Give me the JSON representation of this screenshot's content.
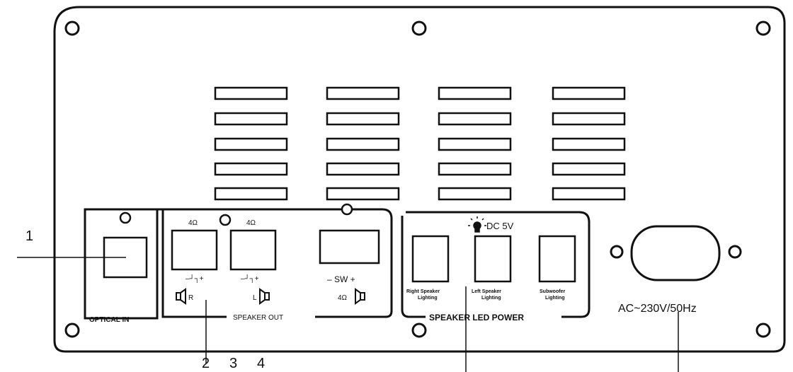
{
  "callouts": [
    "1",
    "2",
    "3",
    "4"
  ],
  "optical": {
    "label": "OPTICAL IN"
  },
  "speaker_out": {
    "label": "SPEAKER OUT",
    "right": {
      "impedance": "4Ω",
      "polarity": "–┘┐+",
      "channel": "R"
    },
    "left": {
      "impedance": "4Ω",
      "polarity": "–┘┐+",
      "channel": "L"
    },
    "sub": {
      "label": "– SW +",
      "impedance": "4Ω"
    }
  },
  "led_power": {
    "label": "SPEAKER LED POWER",
    "voltage": "DC 5V",
    "sockets": [
      {
        "line1": "Right Speaker",
        "line2": "Lighting"
      },
      {
        "line1": "Left Speaker",
        "line2": "Lighting"
      },
      {
        "line1": "Subwoofer",
        "line2": "Lighting"
      }
    ]
  },
  "power": {
    "rating": "AC~230V/50Hz"
  }
}
